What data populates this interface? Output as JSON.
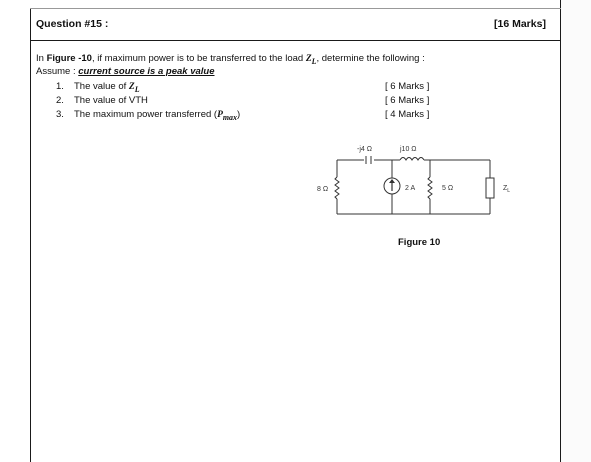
{
  "question": {
    "title": "Question #15 :",
    "marks": "[16 Marks]"
  },
  "intro": {
    "prefix": "In ",
    "figure_ref": "Figure -10",
    "text": ", if maximum power is to be transferred to the load ",
    "load_symbol": "Z",
    "load_sub": "L",
    "suffix": ", determine the following :"
  },
  "assume": {
    "label": "Assume :",
    "value": "current source is a peak value"
  },
  "items": [
    {
      "num": "1.",
      "text": "The value of ",
      "sym": "Z",
      "sub": "L",
      "close": "",
      "marks": "[ 6 Marks ]"
    },
    {
      "num": "2.",
      "text": "The value of VTH",
      "sym": "",
      "sub": "",
      "close": "",
      "marks": "[ 6 Marks ]"
    },
    {
      "num": "3.",
      "text": "The maximum power transferred (",
      "sym": "P",
      "sub": "max",
      "close": ")",
      "marks": "[ 4 Marks ]"
    }
  ],
  "circuit": {
    "cap_label": "-j4 Ω",
    "ind_label": "j10 Ω",
    "r1_label": "8 Ω",
    "source_label": "2 A",
    "r2_label": "5 Ω",
    "load_label": "Z",
    "load_sub": "L"
  },
  "figure_caption": "Figure 10"
}
